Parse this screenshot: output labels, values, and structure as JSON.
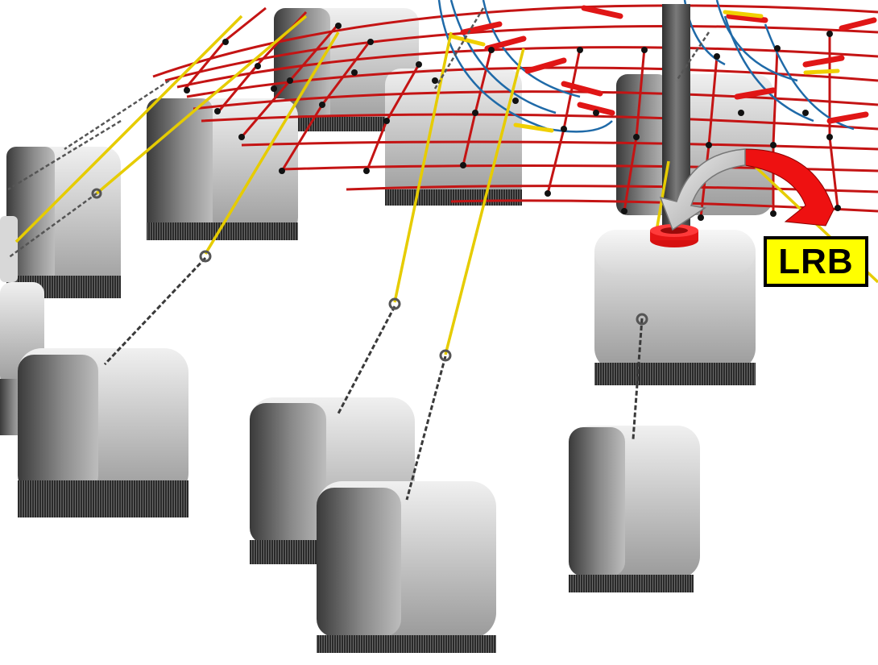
{
  "annotation": {
    "label": "LRB"
  },
  "colors": {
    "background": "#ffffff",
    "net_rope": "#cc1111",
    "support_rope": "#e8d200",
    "blue_loop": "#1e6fb0",
    "ladder_rung": "#e01818",
    "arrow_red": "#ee1111",
    "arrow_grey": "#c8c8c8",
    "label_fill": "#ffff00",
    "label_border": "#000000",
    "block_light": "#e4e4e4",
    "block_dark": "#4a4a4a",
    "block_base": "#222222"
  },
  "icons": [
    "concrete-block",
    "chain",
    "turnbuckle",
    "rope-net",
    "central-mast",
    "curved-arrow",
    "bearing-ring"
  ]
}
